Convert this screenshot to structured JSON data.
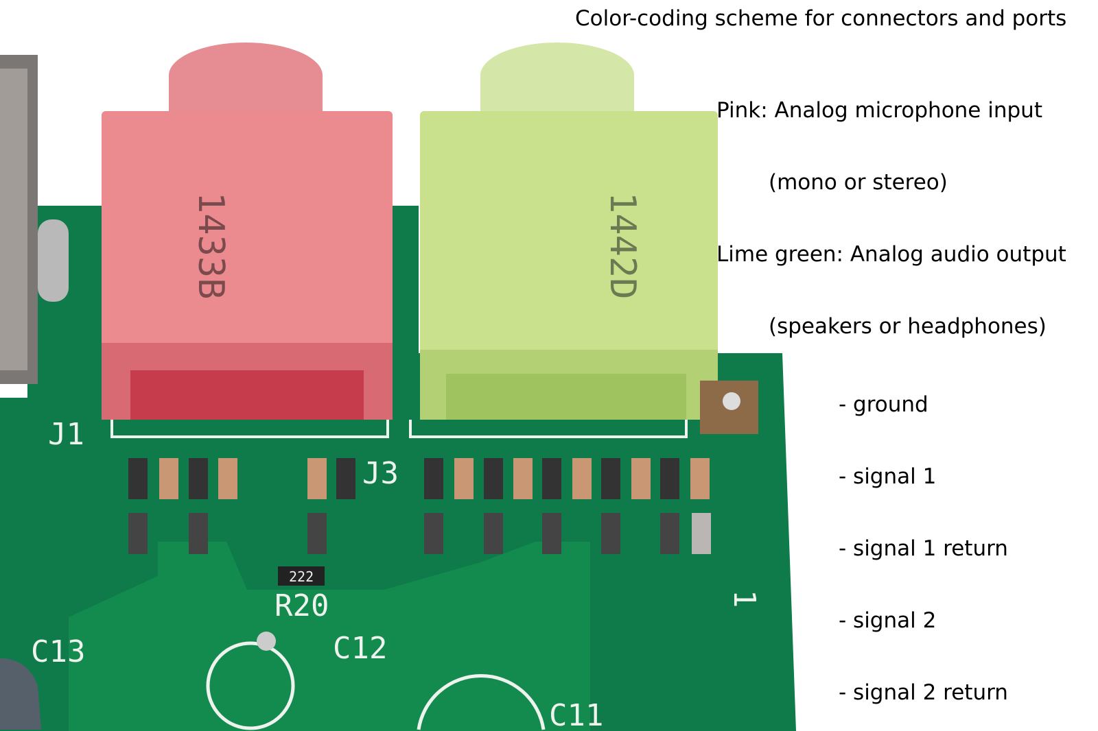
{
  "title": "Color-coding scheme for connectors and ports",
  "legend": [
    {
      "color_name": "Pink",
      "line1": "Pink: Analog microphone input",
      "line2": "(mono or stereo)",
      "color": "#e8868c"
    },
    {
      "color_name": "Lime green",
      "line1": "Lime green: Analog audio output",
      "line2": "(speakers or headphones)",
      "color": "#c7e08e"
    }
  ],
  "pin_list": [
    "- ground",
    "- signal 1",
    "- signal 1 return",
    "- signal 2",
    "- signal 2 return"
  ],
  "pcb": {
    "board_color": "#0f7a4a",
    "pink_label": "1433B",
    "green_label": "1442D",
    "silkscreen": {
      "j1": "J1",
      "j3": "J3",
      "r20": "R20",
      "r20_code": "222",
      "c13": "C13",
      "c12": "C12",
      "c11": "C11",
      "s1": "1"
    }
  }
}
